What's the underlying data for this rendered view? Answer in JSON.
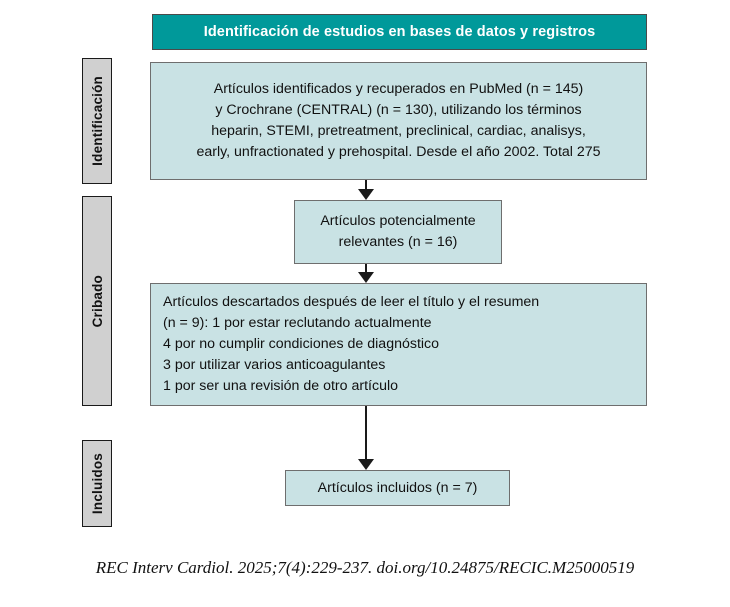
{
  "header": {
    "title": "Identificación de estudios en bases de datos y registros",
    "bg_color": "#00999A",
    "text_color": "#FFFFFF"
  },
  "stages": [
    {
      "id": "identificacion",
      "label": "Identificación"
    },
    {
      "id": "cribado",
      "label": "Cribado"
    },
    {
      "id": "incluidos",
      "label": "Incluidos"
    }
  ],
  "boxes": {
    "identified": {
      "lines": [
        "Artículos identificados y recuperados en PubMed (n = 145)",
        "y Crochrane (CENTRAL) (n = 130), utilizando los términos",
        "heparin, STEMI, pretreatment, preclinical, cardiac, analisys,",
        "early, unfractionated y prehospital. Desde el año 2002. Total 275"
      ]
    },
    "relevant": {
      "lines": [
        "Artículos potencialmente",
        "relevantes (n = 16)"
      ]
    },
    "excluded": {
      "lines": [
        "Artículos descartados después de leer el título y el resumen",
        "(n = 9): 1 por estar reclutando actualmente",
        "4 por no cumplir condiciones de diagnóstico",
        "3 por utilizar varios anticoagulantes",
        "1 por ser una revisión de otro artículo"
      ]
    },
    "included": {
      "lines": [
        "Artículos incluidos (n = 7)"
      ]
    }
  },
  "colors": {
    "box_fill": "#C9E2E4",
    "box_border": "#6E6E6E",
    "stage_fill": "#D0D0D0",
    "stage_border": "#1A1A1A",
    "arrow": "#1A1A1A"
  },
  "citation": "REC Interv Cardiol. 2025;7(4):229-237. doi.org/10.24875/RECIC.M25000519"
}
